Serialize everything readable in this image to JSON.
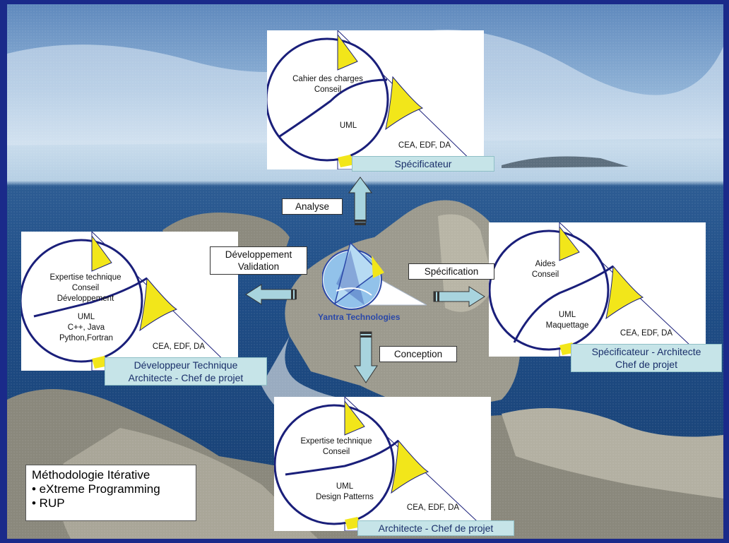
{
  "card_top": {
    "upper_text": [
      "Cahier des charges",
      "Conseil"
    ],
    "lower_text": [
      "UML"
    ],
    "corner_text": "CEA, EDF, DA",
    "role": [
      "Spécificateur"
    ]
  },
  "card_left": {
    "upper_text": [
      "Expertise technique",
      "Conseil",
      "Développement"
    ],
    "lower_text": [
      "UML",
      "C++, Java",
      "Python,Fortran"
    ],
    "corner_text": "CEA, EDF, DA",
    "role": [
      "Développeur Technique",
      "Architecte - Chef de projet"
    ]
  },
  "card_right": {
    "upper_text": [
      "Aides",
      "Conseil"
    ],
    "lower_text": [
      "UML",
      "Maquettage"
    ],
    "corner_text": "CEA, EDF, DA",
    "role": [
      "Spécificateur - Architecte",
      "Chef de projet"
    ]
  },
  "card_bottom": {
    "upper_text": [
      "Expertise technique",
      "Conseil"
    ],
    "lower_text": [
      "UML",
      "Design Patterns"
    ],
    "corner_text": "CEA, EDF, DA",
    "role": [
      "Architecte - Chef de projet"
    ]
  },
  "arrows": {
    "analyse": "Analyse",
    "developpement": [
      "Développement",
      "Validation"
    ],
    "specification": "Spécification",
    "conception": "Conception"
  },
  "logo_text": "Yantra Technologies",
  "legend": {
    "title": "Méthodologie Itérative",
    "items": [
      "• eXtreme Programming",
      "• RUP"
    ]
  },
  "colors": {
    "circle": "#1a1f7a",
    "triangle": "#f2e61a",
    "role_bg": "#c6e4e8",
    "arrow": "#a8d4de"
  }
}
